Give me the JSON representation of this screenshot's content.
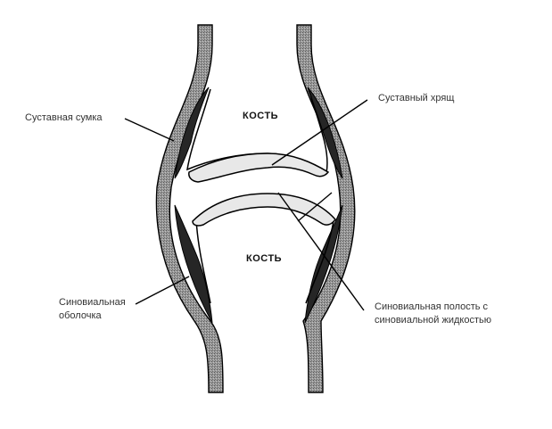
{
  "labels": {
    "bone_top": "КОСТЬ",
    "bone_bottom": "КОСТЬ",
    "capsule": "Суставная сумка",
    "cartilage": "Суставный хрящ",
    "synovial_membrane_line1": "Синовиальная",
    "synovial_membrane_line2": "оболочка",
    "cavity_line1": "Синовиальная полость с",
    "cavity_line2": "синовиальной жидкостью"
  },
  "colors": {
    "capsule_fill": "#8e8e8e",
    "membrane_fill": "#262626",
    "cartilage_fill": "#e8e8e8",
    "outline": "#000000"
  }
}
